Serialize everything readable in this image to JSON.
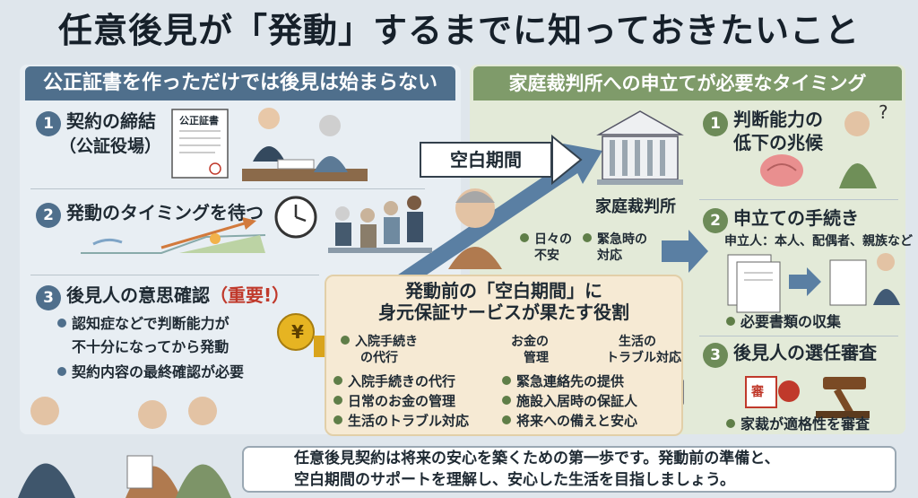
{
  "title": "任意後見が「発動」するまでに知っておきたいこと",
  "left_panel": {
    "header": "公正証書を作っただけでは後見は始まらない",
    "steps": [
      {
        "num": "1",
        "title_line1": "契約の締結",
        "title_line2": "（公証役場）",
        "doc_label": "公正証書"
      },
      {
        "num": "2",
        "title": "発動のタイミングを待つ"
      },
      {
        "num": "3",
        "title": "後見人の意思確認",
        "emphasis": "（重要!）",
        "bullets": [
          "認知症などで判断能力が",
          "不十分になってから発動",
          "契約内容の最終確認が必要"
        ]
      }
    ]
  },
  "blank_period_label": "空白期間",
  "right_panel": {
    "header": "家庭裁判所への申立てが必要なタイミング",
    "court_label": "家庭裁判所",
    "worries": [
      "日々の",
      "不安",
      "緊急時の",
      "対応"
    ],
    "steps": [
      {
        "num": "1",
        "title_line1": "判断能力の",
        "title_line2": "低下の兆候"
      },
      {
        "num": "2",
        "title": "申立ての手続き",
        "subtitle": "申立人：本人、配偶者、親族など",
        "bullet": "必要書類の収集"
      },
      {
        "num": "3",
        "title": "後見人の選任審査",
        "bullet": "家裁が適格性を審査",
        "stamp": "審"
      }
    ]
  },
  "center": {
    "title_line1": "発動前の「空白期間」に",
    "title_line2": "身元保証サービスが果たす役割",
    "top_items": [
      {
        "line1": "入院手続き",
        "line2": "の代行"
      },
      {
        "line1": "お金の",
        "line2": "管理"
      },
      {
        "line1": "生活の",
        "line2": "トラブル対応"
      }
    ],
    "list_left": [
      "入院手続きの代行",
      "日常のお金の管理",
      "生活のトラブル対応"
    ],
    "list_right": [
      "緊急連絡先の提供",
      "施設入居時の保証人",
      "将来への備えと安心"
    ],
    "yen": "¥"
  },
  "bottom": {
    "line1": "任意後見契約は将来の安心を築くための第一歩です。発動前の準備と、",
    "line2": "空白期間のサポートを理解し、安心した生活を目指しましょう。"
  },
  "colors": {
    "left_header": "#4f6f8c",
    "right_header": "#7f9b6a",
    "center_box": "#f6ead4",
    "accent_red": "#c0392b",
    "arrow_blue": "#5a7fa3"
  }
}
